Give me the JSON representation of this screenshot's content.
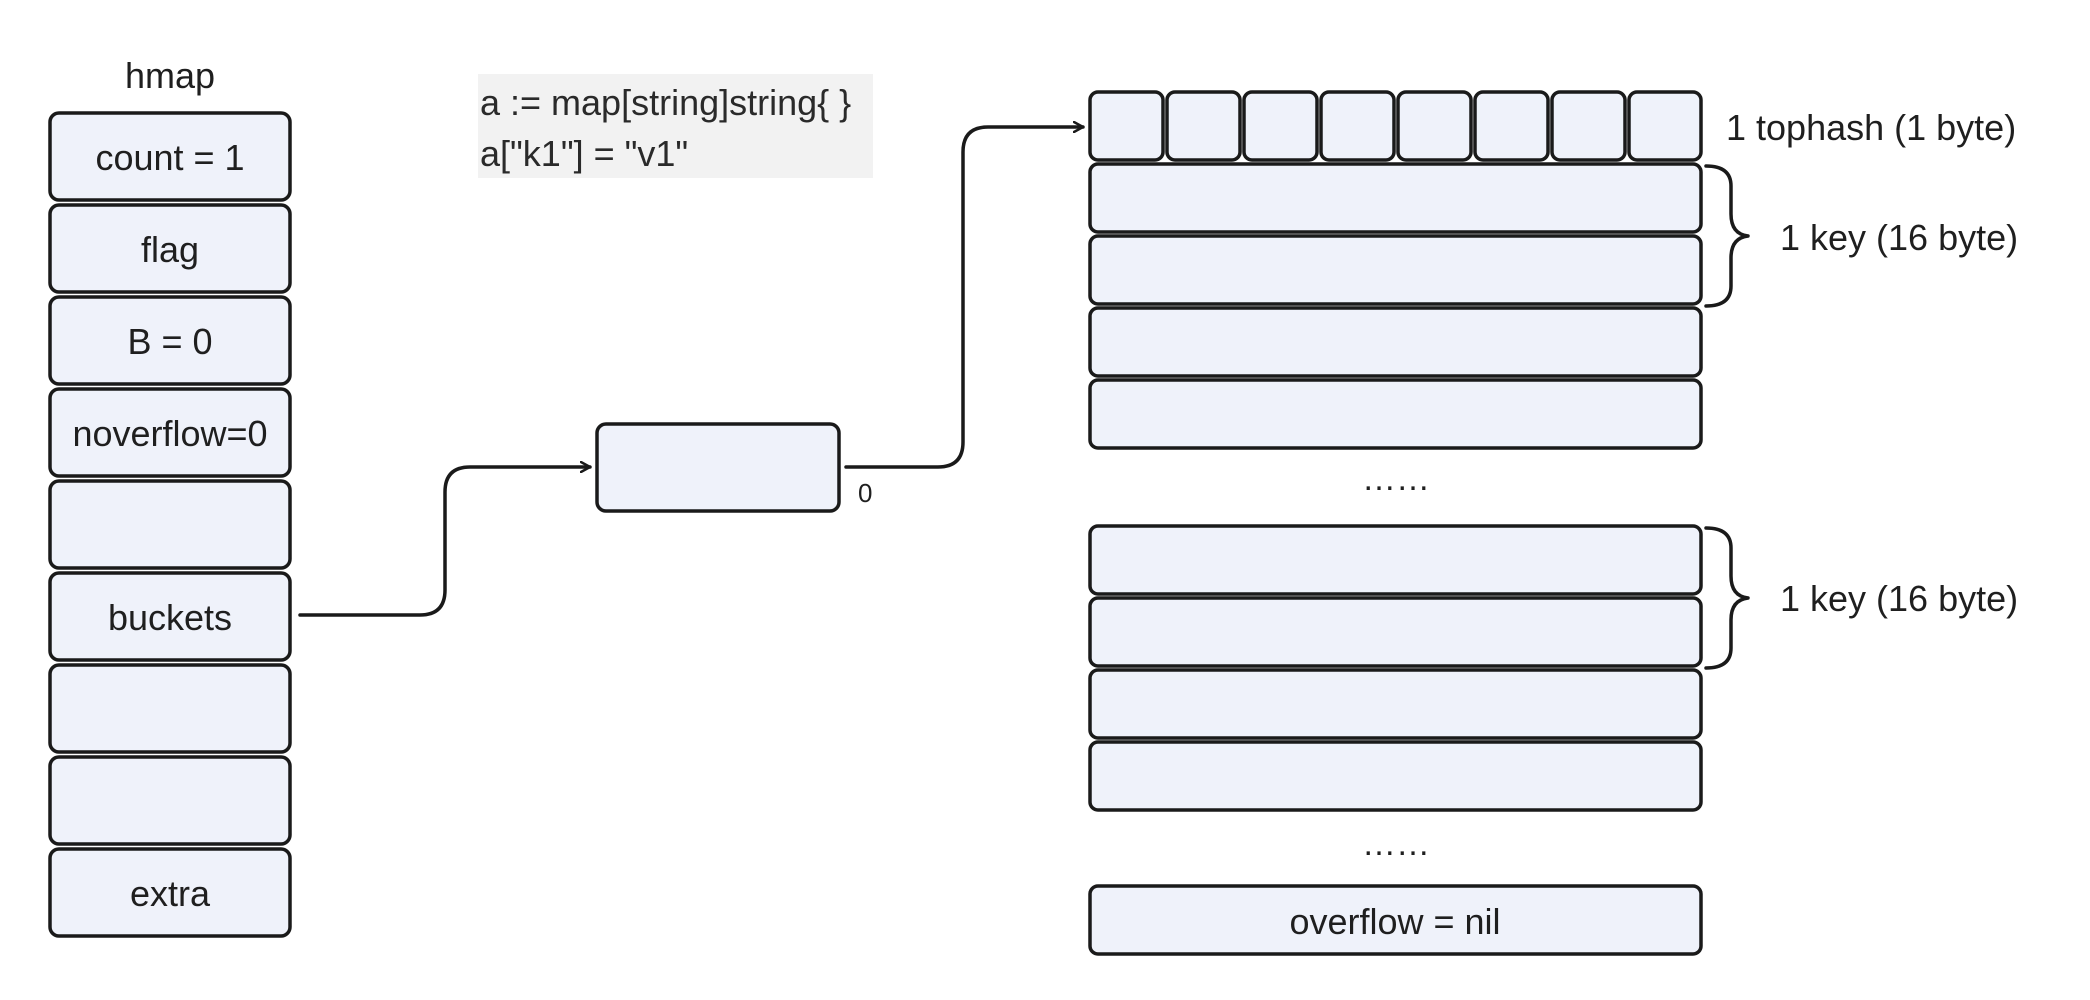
{
  "hmap": {
    "title": "hmap",
    "fields": [
      "count = 1",
      "flag",
      "B = 0",
      "noverflow=0",
      "",
      "buckets",
      "",
      "",
      "extra"
    ]
  },
  "code": {
    "line1": "a := map[string]string{ }",
    "line2": "a[\"k1\"] = \"v1\""
  },
  "bucket_array": {
    "index_label": "0"
  },
  "bucket": {
    "tophash_count": 8,
    "tophash_label": "1 tophash (1 byte)",
    "key_label_top": "1 key (16 byte)",
    "key_label_bottom": "1 key (16 byte)",
    "ellipsis_1": "……",
    "ellipsis_2": "……",
    "overflow_label": "overflow = nil"
  },
  "colors": {
    "box_fill": "#eff2fa",
    "stroke": "#1a1a1a",
    "code_bg": "#f2f2f2"
  }
}
